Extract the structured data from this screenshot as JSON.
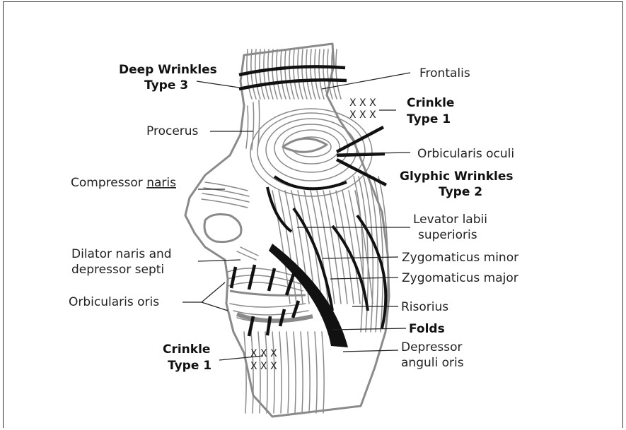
{
  "labels": {
    "deep_wrinkles_1": "Deep Wrinkles",
    "deep_wrinkles_2": "Type 3",
    "frontalis": "Frontalis",
    "crinkle_top_1": "Crinkle",
    "crinkle_top_2": "Type 1",
    "procerus": "Procerus",
    "orbicularis_oculi": "Orbicularis oculi",
    "glyphic_1": "Glyphic Wrinkles",
    "glyphic_2": "Type 2",
    "compressor_naris_1": "Compressor ",
    "compressor_naris_2": "naris",
    "levator_1": "Levator labii",
    "levator_2": "superioris",
    "dilator_1": "Dilator naris and",
    "dilator_2": "depressor septi",
    "zyg_minor": "Zygomaticus minor",
    "zyg_major": "Zygomaticus major",
    "orbicularis_oris": "Orbicularis oris",
    "risorius": "Risorius",
    "folds": "Folds",
    "crinkle_bottom_1": "Crinkle",
    "crinkle_bottom_2": "Type 1",
    "depressor_1": "Depressor",
    "depressor_2": "anguli oris"
  },
  "x_marks": {
    "top_row_1": "X X X",
    "top_row_2": "X X X",
    "bottom_row_1": "X X X",
    "bottom_row_2": "X X X"
  },
  "colors": {
    "muscle": "#8a8a8a",
    "wrinkle": "#111111",
    "text": "#222222"
  }
}
